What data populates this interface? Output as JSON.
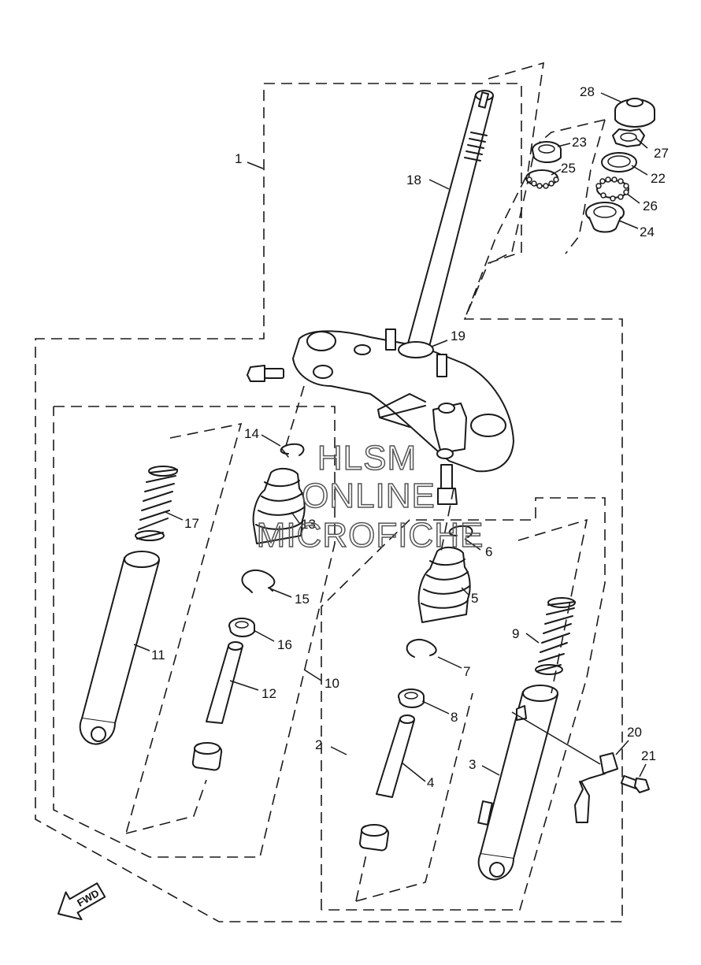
{
  "callouts": {
    "p1": "1",
    "p2": "2",
    "p3": "3",
    "p4": "4",
    "p5": "5",
    "p6": "6",
    "p7": "7",
    "p8": "8",
    "p9": "9",
    "p10": "10",
    "p11": "11",
    "p12": "12",
    "p13": "13",
    "p14": "14",
    "p15": "15",
    "p16": "16",
    "p17": "17",
    "p18": "18",
    "p19": "19",
    "p20": "20",
    "p21": "21",
    "p22": "22",
    "p23": "23",
    "p24": "24",
    "p25": "25",
    "p26": "26",
    "p27": "27",
    "p28": "28"
  },
  "watermark": {
    "line1": "HLSM",
    "line2": "ONLINE",
    "line3": "MICROFICHE"
  },
  "direction_label": "FWD"
}
